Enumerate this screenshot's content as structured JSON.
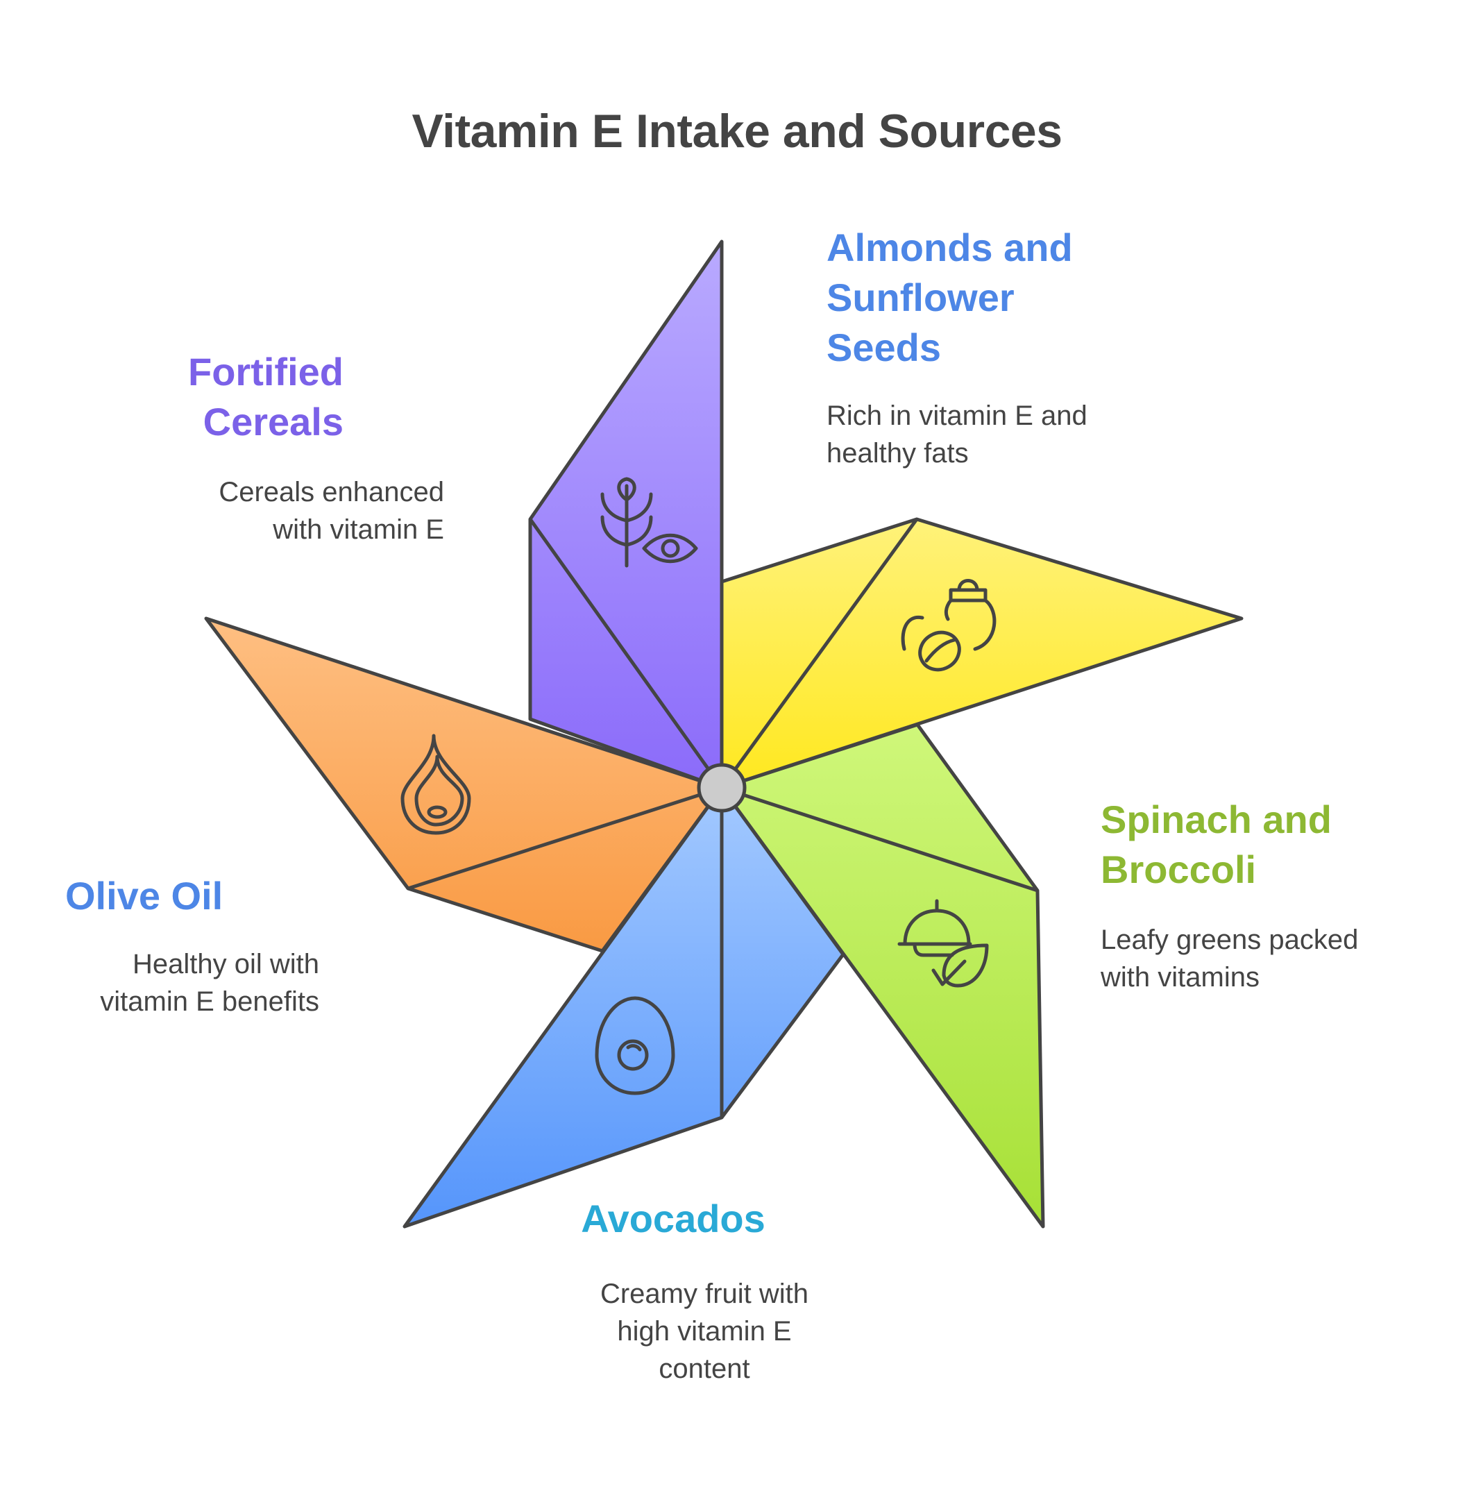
{
  "title": "Vitamin E Intake and Sources",
  "colors": {
    "outline": "#444444",
    "cereals": "#7B61E8",
    "almonds": "#4D86E6",
    "spinach": "#8DB833",
    "avocados": "#29A9D6",
    "olive_oil": "#4D86E6"
  },
  "segments": [
    {
      "id": "cereals",
      "label": "Fortified Cereals",
      "label_lines": [
        "Fortified",
        "Cereals"
      ],
      "description_lines": [
        "Cereals enhanced",
        "with vitamin E"
      ],
      "icon": "wheat-and-eye-icon"
    },
    {
      "id": "almonds",
      "label": "Almonds and Sunflower Seeds",
      "label_lines": [
        "Almonds and",
        "Sunflower",
        "Seeds"
      ],
      "description_lines": [
        "Rich in vitamin E and",
        "healthy fats"
      ],
      "icon": "seeds-jar-icon"
    },
    {
      "id": "spinach",
      "label": "Spinach and Broccoli",
      "label_lines": [
        "Spinach and",
        "Broccoli"
      ],
      "description_lines": [
        "Leafy greens packed",
        "with vitamins"
      ],
      "icon": "leafy-bowl-icon"
    },
    {
      "id": "avocados",
      "label": "Avocados",
      "label_lines": [
        "Avocados"
      ],
      "description_lines": [
        "Creamy fruit with",
        "high vitamin E",
        "content"
      ],
      "icon": "avocado-icon"
    },
    {
      "id": "olive_oil",
      "label": "Olive Oil",
      "label_lines": [
        "Olive Oil"
      ],
      "description_lines": [
        "Healthy oil with",
        "vitamin E benefits"
      ],
      "icon": "oil-drop-icon"
    }
  ]
}
